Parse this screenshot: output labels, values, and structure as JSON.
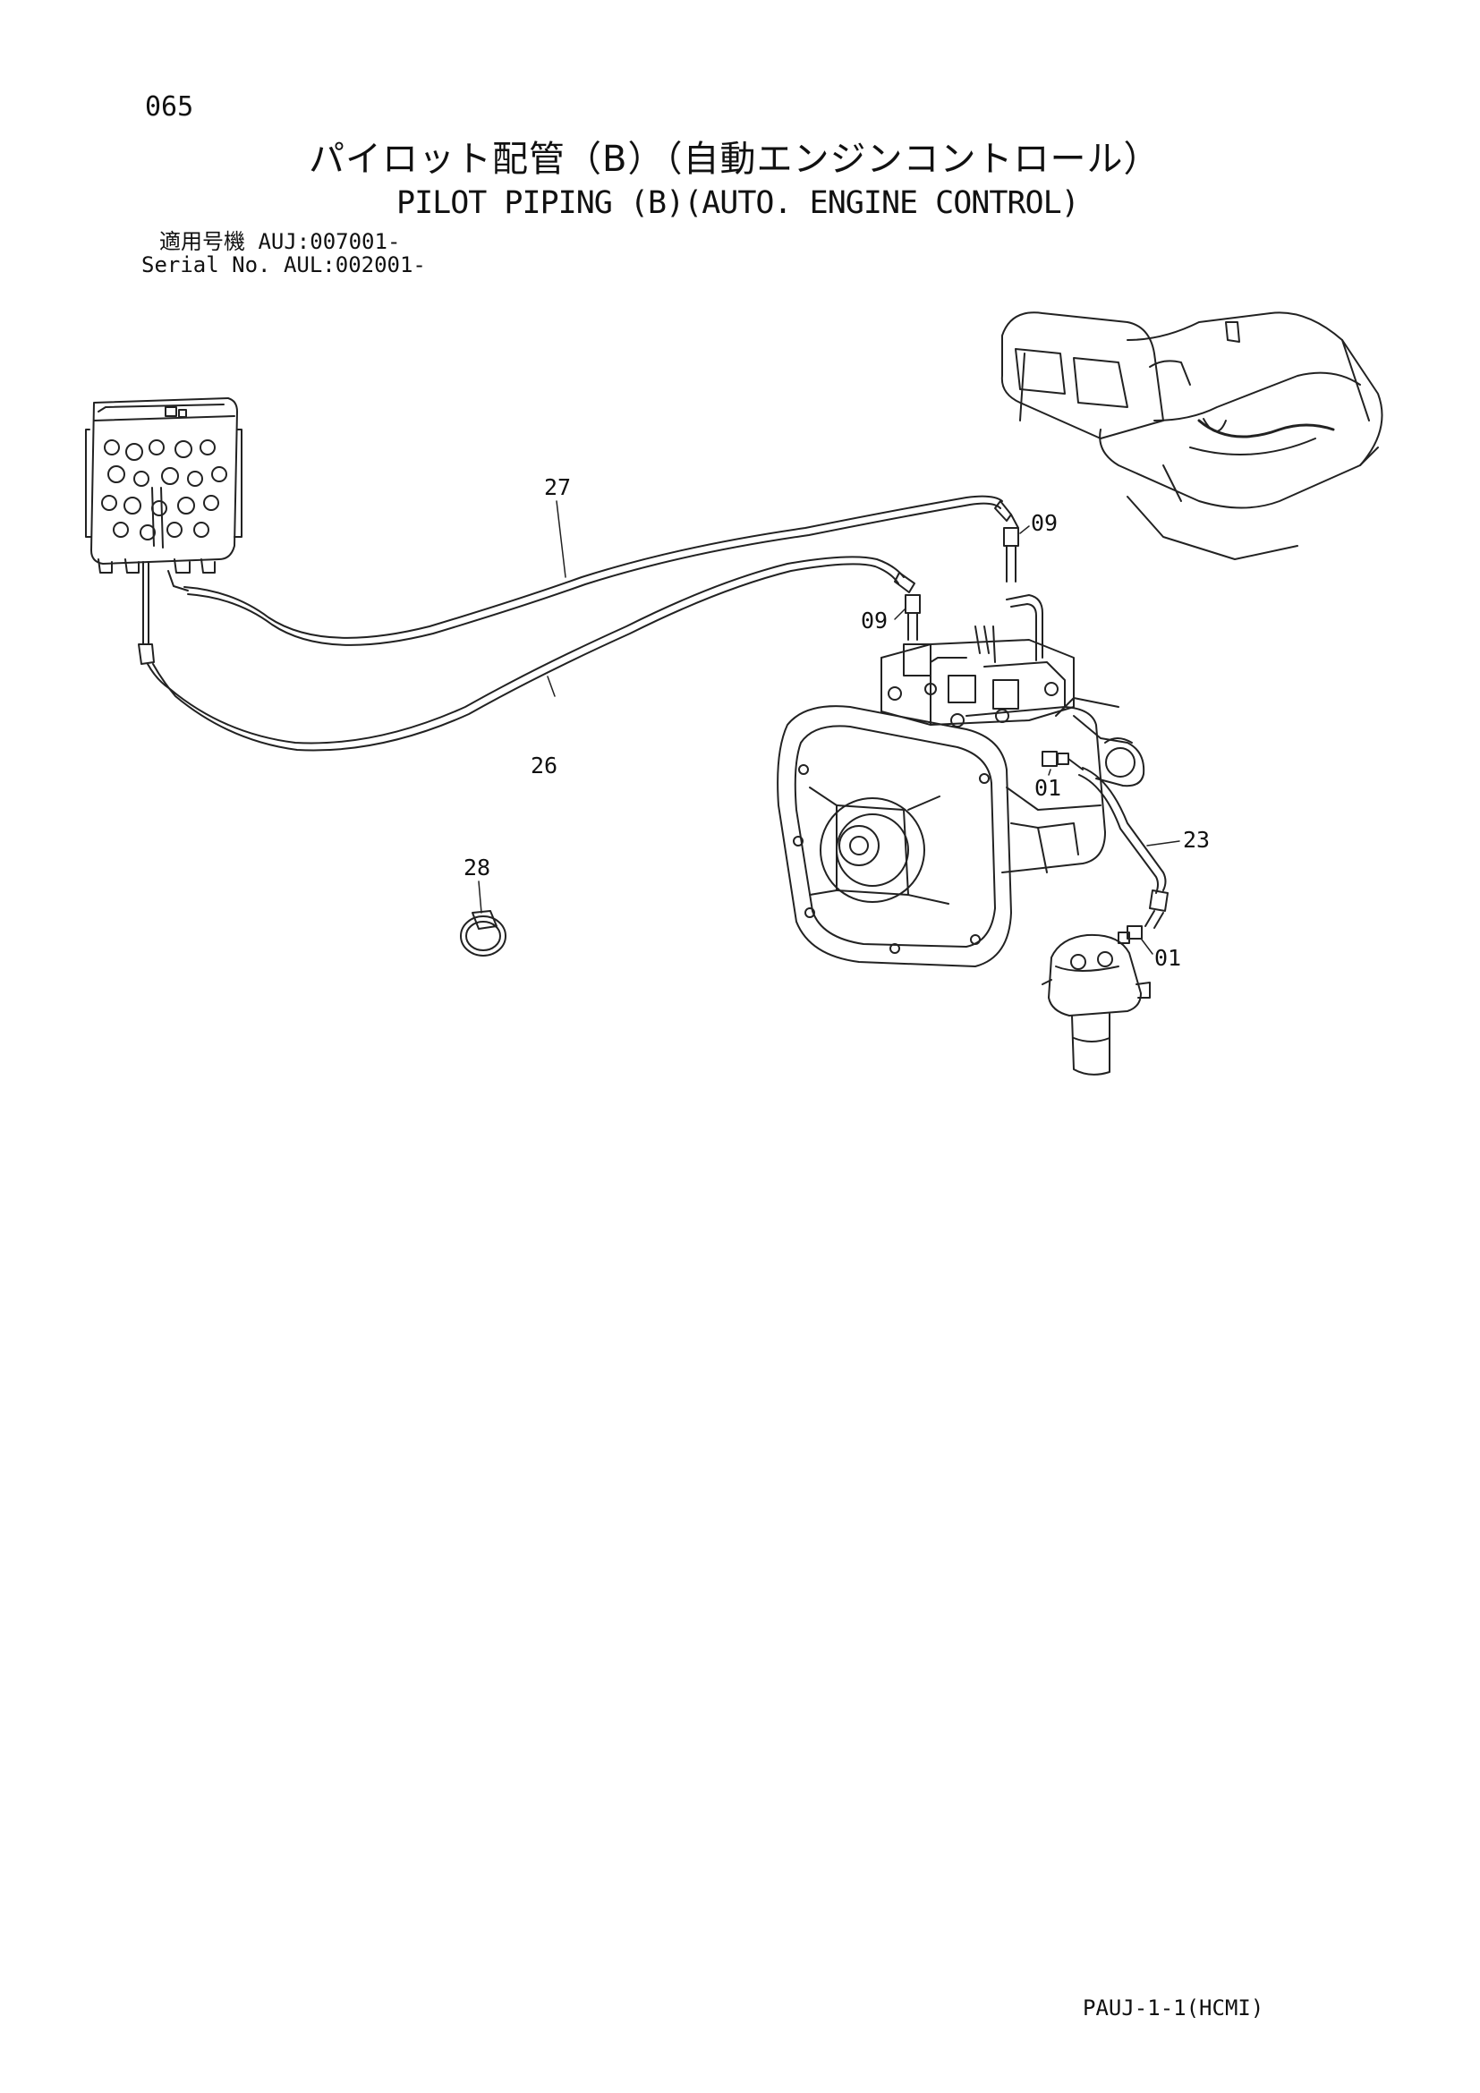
{
  "header": {
    "page_number": "065",
    "title_ja": "パイロット配管（B）（自動エンジンコントロール）",
    "title_en": "PILOT PIPING (B)(AUTO. ENGINE CONTROL)",
    "serial_line_1": "適用号機  AUJ:007001-",
    "serial_line_2": "Serial No. AUL:002001-"
  },
  "callouts": {
    "c27": "27",
    "c26": "26",
    "c09_top": "09",
    "c09_left": "09",
    "c01_mid": "01",
    "c23": "23",
    "c01_bottom": "01",
    "c28": "28"
  },
  "footer": {
    "code": "PAUJ-1-1(HCMI)"
  },
  "colors": {
    "line": "#222222",
    "background": "#ffffff"
  }
}
